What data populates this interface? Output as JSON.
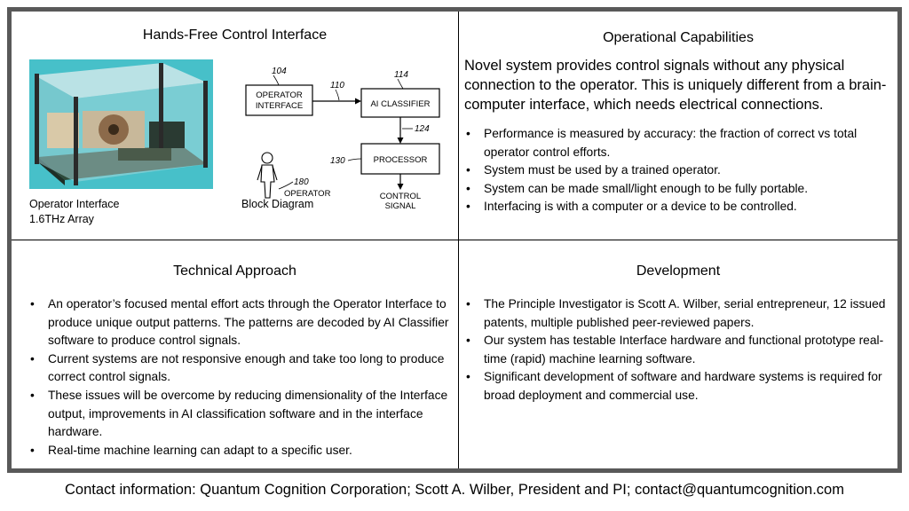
{
  "quadrants": {
    "hands_free": {
      "title": "Hands-Free Control Interface",
      "photo_caption_line1": "Operator Interface",
      "photo_caption_line2": "1.6THz Array",
      "diagram_caption": "Block Diagram",
      "diagram": {
        "ref_104": "104",
        "ref_110": "110",
        "ref_114": "114",
        "ref_124": "124",
        "ref_130": "130",
        "ref_180": "180",
        "operator_interface_line1": "OPERATOR",
        "operator_interface_line2": "INTERFACE",
        "ai_classifier": "AI CLASSIFIER",
        "processor": "PROCESSOR",
        "operator": "OPERATOR",
        "control_line1": "CONTROL",
        "control_line2": "SIGNAL"
      }
    },
    "operational": {
      "title": "Operational Capabilities",
      "lead": "Novel system provides control signals without any physical connection to the operator. This is uniquely different from a brain-computer interface, which needs electrical connections.",
      "bullets": [
        "Performance is measured by accuracy: the fraction of correct vs total operator control efforts.",
        "System must be used by a trained operator.",
        "System can be made small/light enough to be fully portable.",
        "Interfacing is with a computer or a device to be controlled."
      ]
    },
    "technical": {
      "title": "Technical Approach",
      "bullets": [
        "An operator’s focused mental effort acts through the Operator Interface to produce unique output patterns. The patterns are decoded by AI Classifier software to produce control signals.",
        "Current systems are not responsive enough and take too long to produce correct control signals.",
        "These issues will be overcome by reducing dimensionality of the Interface output, improvements in AI classification software and in the interface hardware.",
        "Real-time machine learning can adapt to a specific user."
      ]
    },
    "development": {
      "title": "Development",
      "bullets": [
        "The Principle Investigator is Scott A. Wilber, serial entrepreneur, 12 issued patents, multiple published peer-reviewed papers.",
        "Our system has testable Interface hardware and functional prototype real-time (rapid) machine learning software.",
        "Significant development of software and hardware systems is required for broad deployment and commercial use."
      ]
    }
  },
  "bullet_glyph": "•",
  "footer": "Contact information: Quantum Cognition Corporation; Scott A. Wilber, President and PI; contact@quantumcognition.com",
  "colors": {
    "frame": "#595959",
    "photo_background": "#47c0c9"
  }
}
